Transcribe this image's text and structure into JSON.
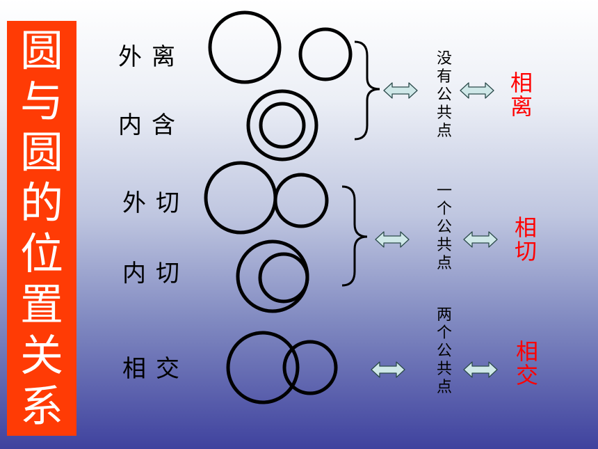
{
  "title_chars": [
    "圆",
    "与",
    "圆",
    "的",
    "位",
    "置",
    "关",
    "系"
  ],
  "relations": {
    "outer_separate": "外离",
    "inner_contain": "内含",
    "outer_tangent": "外切",
    "inner_tangent": "内切",
    "intersect": "相交"
  },
  "point_counts": {
    "none": "没有公共点",
    "one": "一个公共点",
    "two": "两个公共点"
  },
  "results": {
    "separate": "相离",
    "tangent": "相切",
    "intersect": "相交"
  },
  "colors": {
    "title_bg": "#ff3b05",
    "result_text": "#ff0000",
    "arrow_fill": "#cfe8e8"
  }
}
